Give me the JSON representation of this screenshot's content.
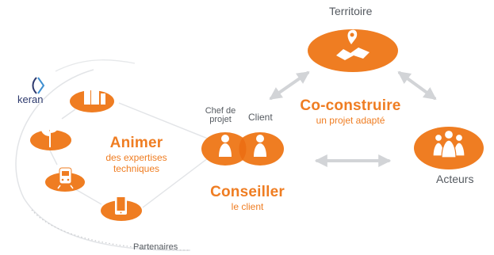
{
  "colors": {
    "accent": "#ef7d22",
    "arrow": "#d2d4d7",
    "text": "#555a60",
    "curve": "#e2e4e7"
  },
  "logo": {
    "text": "keran"
  },
  "nodes": {
    "territoire": {
      "label": "Territoire",
      "icon": "map-pin-icon"
    },
    "acteurs": {
      "label": "Acteurs",
      "icon": "people-icon"
    },
    "center": {
      "left_label": "Chef de\nprojet",
      "right_label": "Client",
      "icon": "two-persons-icon"
    },
    "partners": [
      {
        "icon": "buildings-icon"
      },
      {
        "icon": "plant-icon"
      },
      {
        "icon": "train-icon"
      },
      {
        "icon": "mobile-phone-icon"
      }
    ]
  },
  "texts": {
    "animer": {
      "title": "Animer",
      "subtitle": "des expertises\ntechniques"
    },
    "coconstruire": {
      "title": "Co-construire",
      "subtitle": "un projet adapté"
    },
    "conseiller": {
      "title": "Conseiller",
      "subtitle": "le client"
    },
    "partenaires": "Partenaires"
  }
}
